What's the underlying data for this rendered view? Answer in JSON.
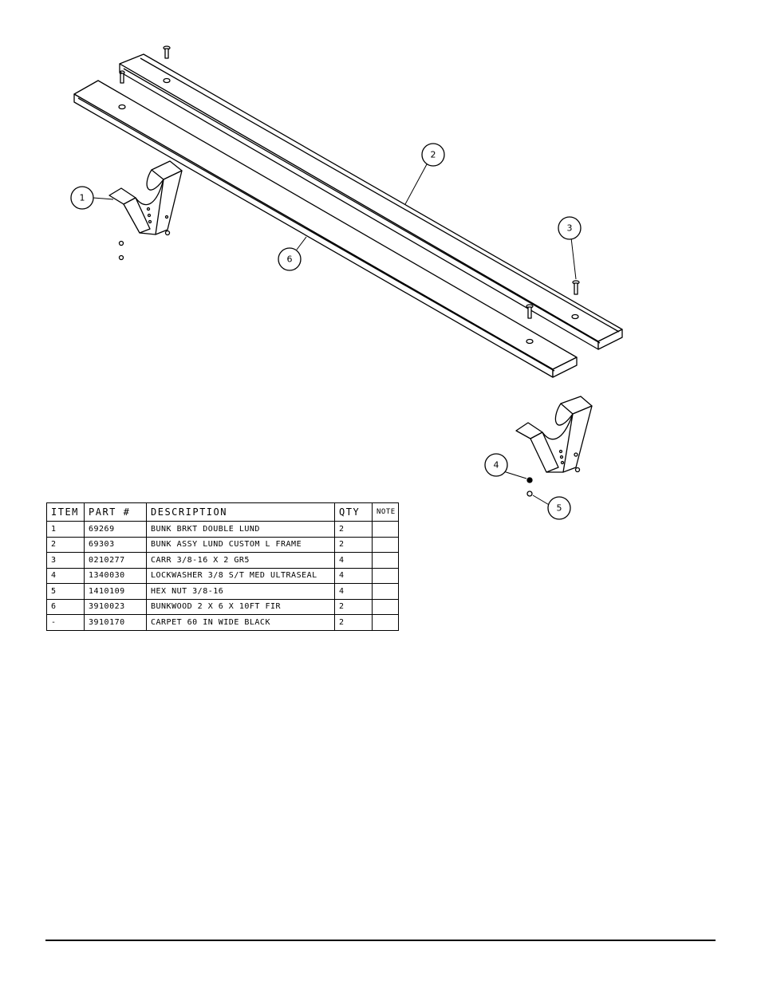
{
  "callouts": [
    {
      "id": "1",
      "label": "1"
    },
    {
      "id": "2",
      "label": "2"
    },
    {
      "id": "3",
      "label": "3"
    },
    {
      "id": "4",
      "label": "4"
    },
    {
      "id": "5",
      "label": "5"
    },
    {
      "id": "6",
      "label": "6"
    }
  ],
  "parts_table": {
    "headers": {
      "item": "ITEM",
      "part": "PART #",
      "description": "DESCRIPTION",
      "qty": "QTY",
      "note": "NOTE"
    },
    "rows": [
      {
        "item": "1",
        "part": "69269",
        "description": "BUNK BRKT DOUBLE LUND",
        "qty": "2",
        "note": ""
      },
      {
        "item": "2",
        "part": "69303",
        "description": "BUNK ASSY LUND CUSTOM L FRAME",
        "qty": "2",
        "note": ""
      },
      {
        "item": "3",
        "part": "0210277",
        "description": "CARR 3/8-16 X 2 GR5",
        "qty": "4",
        "note": ""
      },
      {
        "item": "4",
        "part": "1340030",
        "description": "LOCKWASHER 3/8 S/T MED ULTRASEAL",
        "qty": "4",
        "note": ""
      },
      {
        "item": "5",
        "part": "1410109",
        "description": "HEX NUT 3/8-16",
        "qty": "4",
        "note": ""
      },
      {
        "item": "6",
        "part": "3910023",
        "description": "BUNKWOOD   2 X 6 X 10FT FIR",
        "qty": "2",
        "note": ""
      },
      {
        "item": "-",
        "part": "3910170",
        "description": "CARPET 60 IN WIDE BLACK",
        "qty": "2",
        "note": ""
      }
    ]
  }
}
